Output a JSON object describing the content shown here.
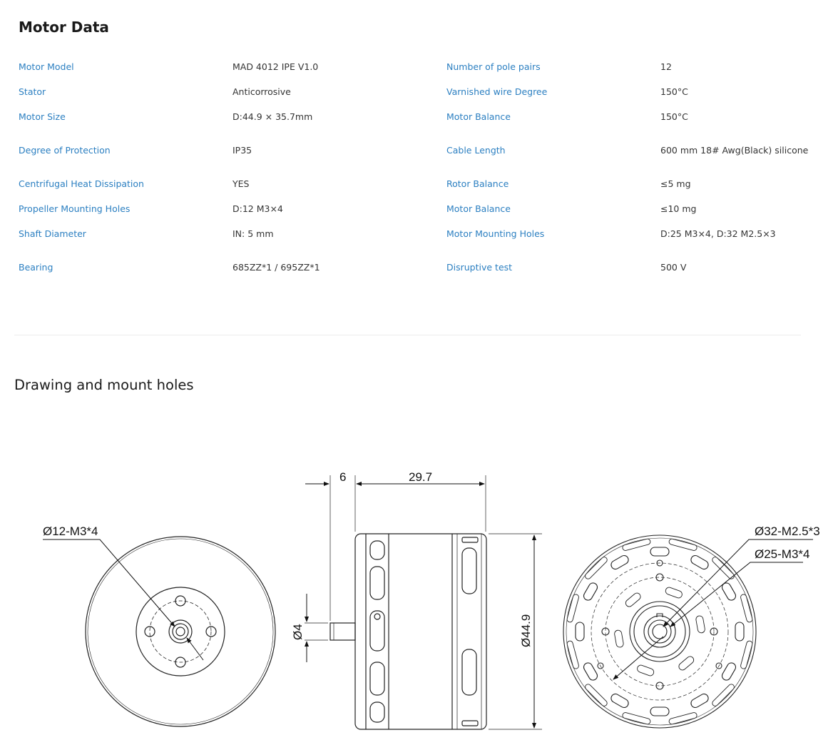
{
  "header": {
    "title": "Motor Data"
  },
  "specs": {
    "left": [
      {
        "label": "Motor Model",
        "value": "MAD 4012 IPE V1.0"
      },
      {
        "label": "Stator",
        "value": "Anticorrosive"
      },
      {
        "label": "Motor Size",
        "value": "D:44.9 × 35.7mm"
      },
      {
        "label": "Degree of Protection",
        "value": "IP35"
      },
      {
        "label": "Centrifugal Heat Dissipation",
        "value": "YES"
      },
      {
        "label": "Propeller Mounting Holes",
        "value": "D:12 M3×4"
      },
      {
        "label": "Shaft Diameter",
        "value": "IN: 5 mm"
      },
      {
        "label": "Bearing",
        "value": "685ZZ*1 / 695ZZ*1"
      }
    ],
    "right": [
      {
        "label": "Number of pole pairs",
        "value": "12"
      },
      {
        "label": "Varnished wire Degree",
        "value": "150°C"
      },
      {
        "label": "Motor Balance",
        "value": "150°C"
      },
      {
        "label": "Cable Length",
        "value": "600 mm 18# Awg(Black) silicone"
      },
      {
        "label": "Rotor Balance",
        "value": "≤5 mg"
      },
      {
        "label": "Motor Balance",
        "value": "≤10 mg"
      },
      {
        "label": "Motor Mounting Holes",
        "value": "D:25 M3×4, D:32 M2.5×3"
      },
      {
        "label": "Disruptive test",
        "value": "500 V"
      }
    ]
  },
  "drawing_section": {
    "title": "Drawing and mount holes",
    "labels": {
      "prop_holes": "Ø12-M3*4",
      "shaft_len": "6",
      "body_len": "29.7",
      "shaft_dia": "Ø4",
      "body_dia": "Ø44.9",
      "holes_32": "Ø32-M2.5*3",
      "holes_25": "Ø25-M3*4"
    }
  }
}
